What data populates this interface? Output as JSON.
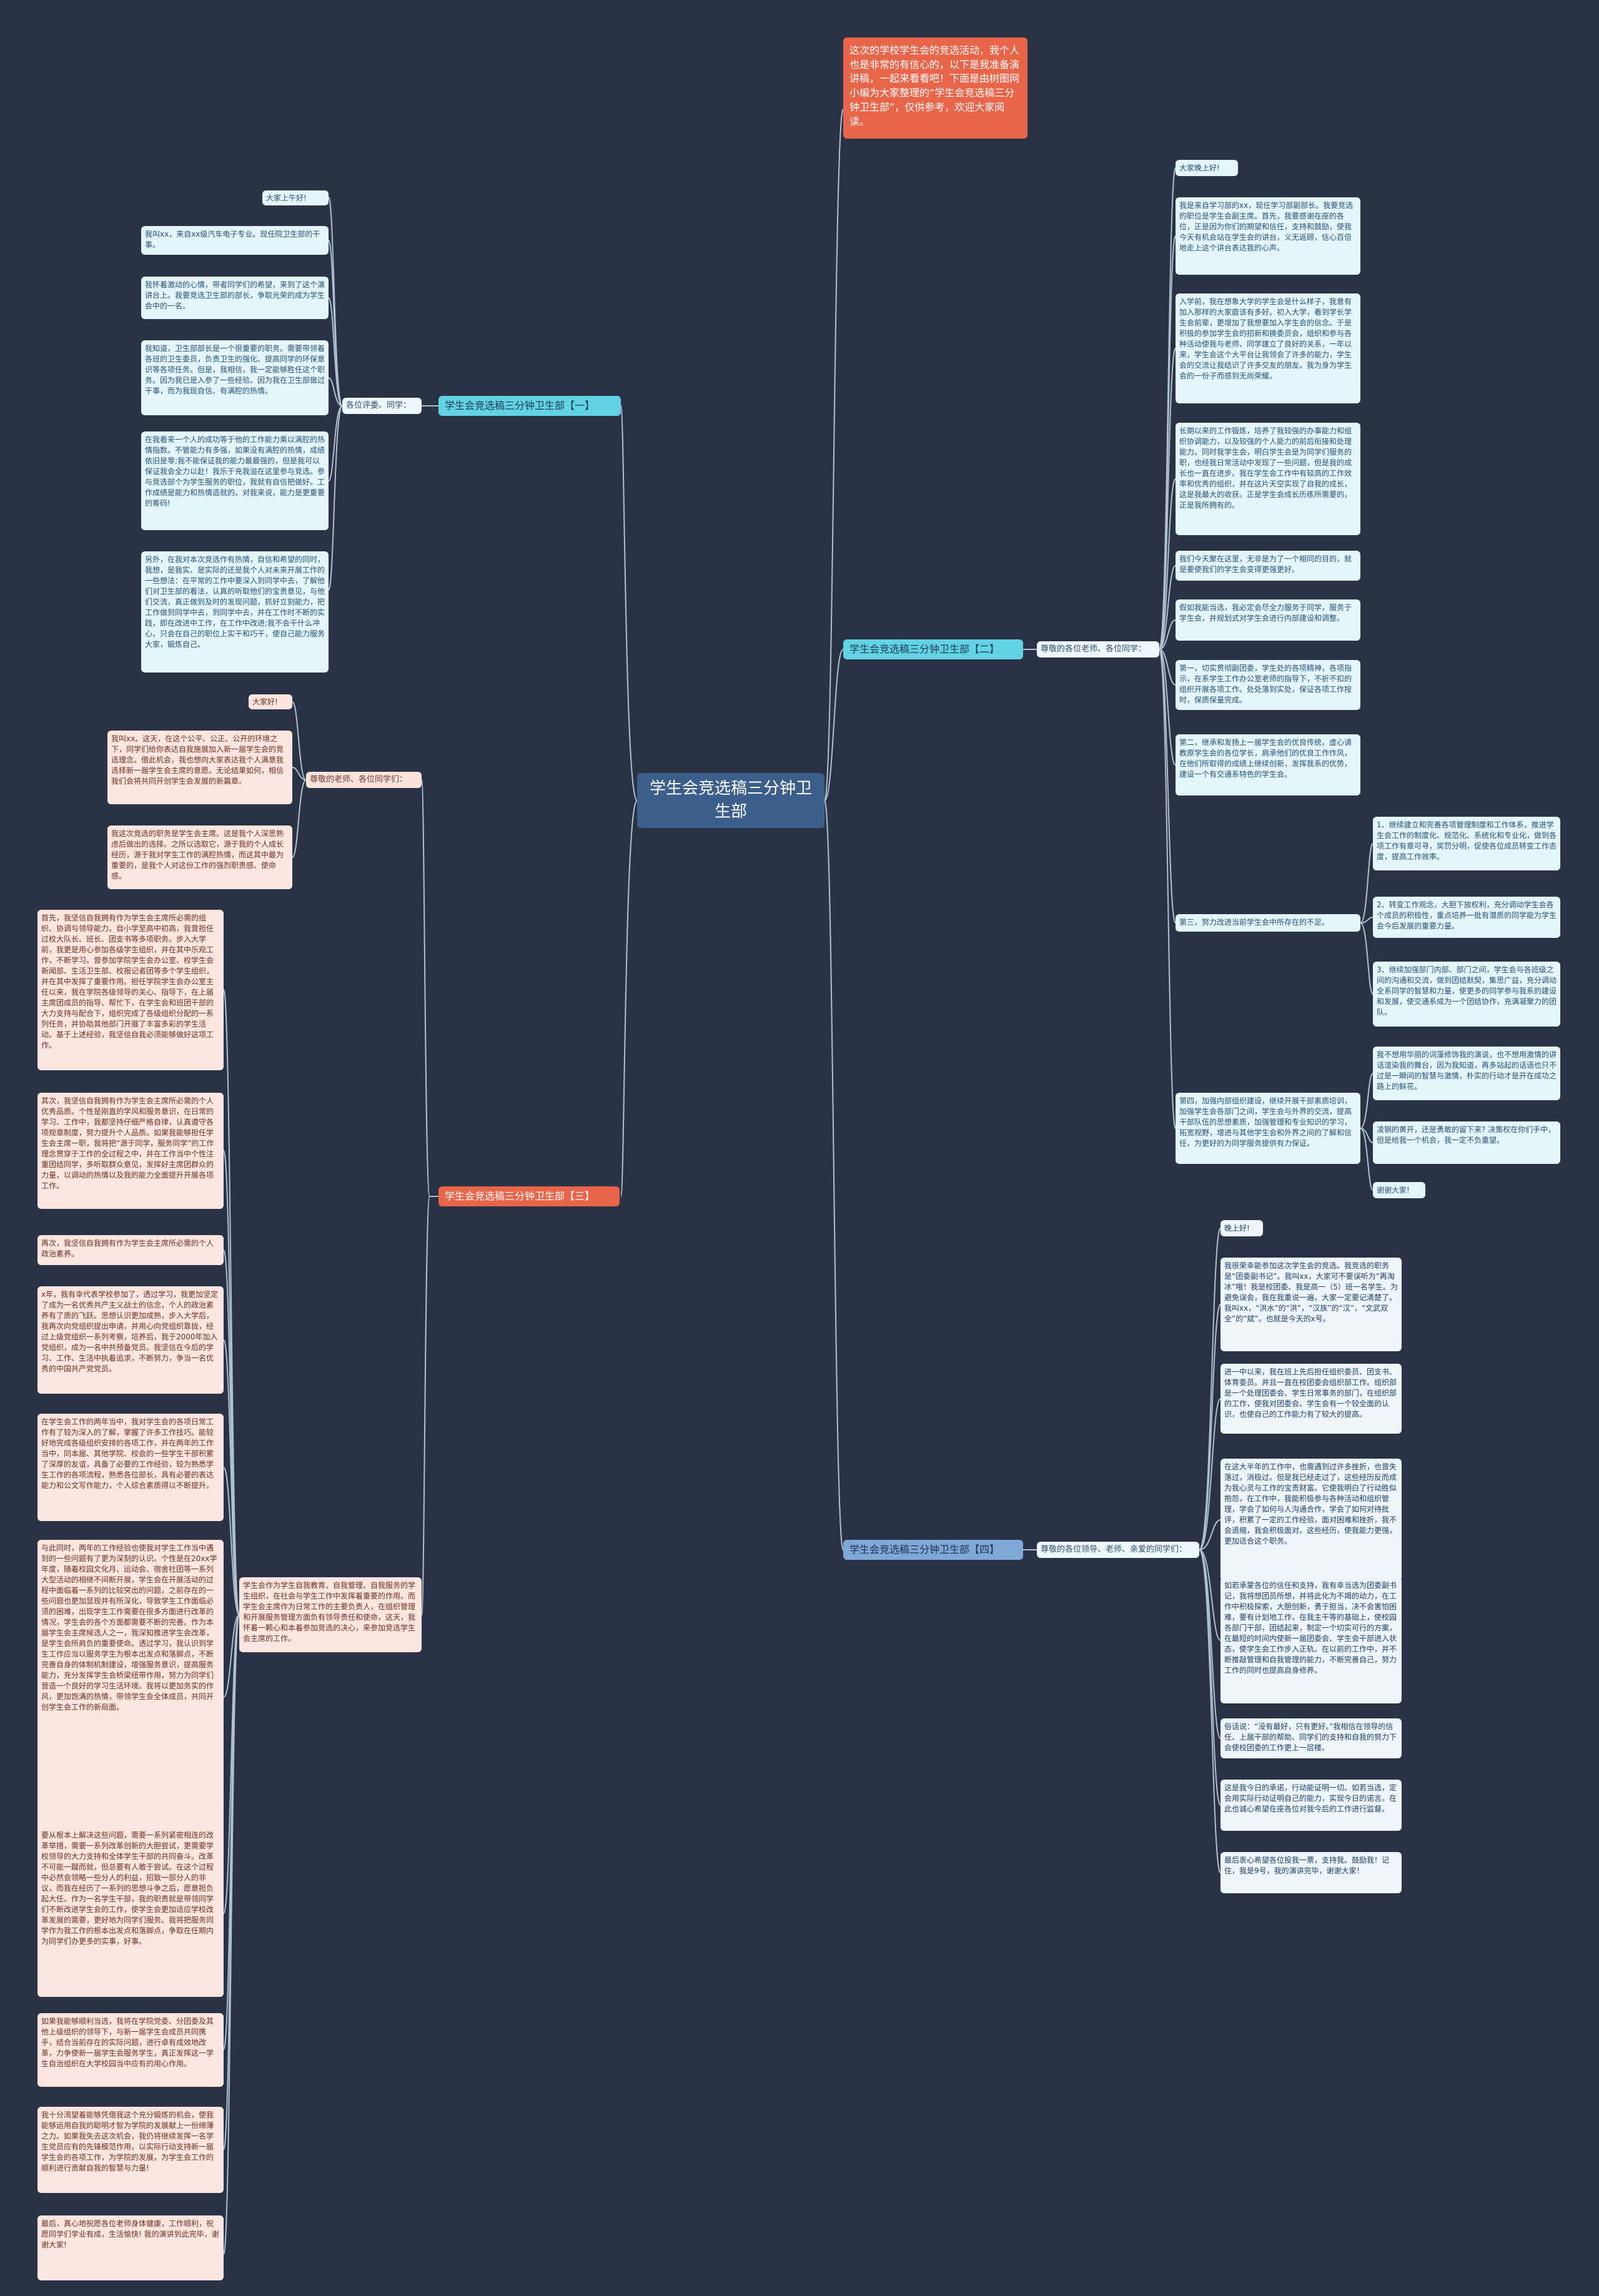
{
  "root": {
    "label": "学生会竞选稿三分钟卫生部"
  },
  "intro": {
    "text": "这次的学校学生会的竞选活动，我个人也是非常的有信心的，以下是我准备演讲稿，一起来看看吧！下面是由树图网小编为大家整理的“学生会竞选稿三分钟卫生部”，仅供参考，欢迎大家阅读。"
  },
  "colors": {
    "background": "#2a3346",
    "root": "#3b5f8a",
    "teal": "#62d3e2",
    "orange": "#e8654a",
    "blue": "#7ea9d6",
    "link": "#c7d9ea"
  },
  "branch1": {
    "title": "学生会竞选稿三分钟卫生部【一】",
    "sub": "各位评委、同学：",
    "leaves": [
      "大家上午好!",
      "我叫xx，来自xx级汽车电子专业。现任院卫生部的干事。",
      "我怀着激动的心情，带者同学们的希望，来到了这个演讲台上。我要竞选卫生部的部长，争取光荣的成为学生会中的一名。",
      "我知道，卫生部部长是一个很重要的职务。需要带领着各班的卫生委员，负责卫生的强化、提高同学的环保意识等各项任务。但是，我相信，我一定能够胜任这个职务。因为我已是入参了一些经验。因为我在卫生部做过干事，而为我现自信、有满腔的热情。",
      "在我看来一个人的成功等于他的工作能力乘以满腔的热情指数。不管能力有多强，如果没有满腔的热情，成绩依旧是零;我不能保证我的能力最最强的，但是我可以保证我会全力以赴！我乐于充我溢在这里参与竞选。参与竞选部个为学生服务的职位，我就有自信把做好。工作成绩是能力和热情造就的。对我来说，能力是更重要的筹码!",
      "另外，在我对本次竞选作有热情，自信和希望的同时，我想，是我实、是实际的还是我个人对未来开展工作的一些想法：在平常的工作中要深入到同学中去，了解他们对卫生部的看法，认真的听取他们的宝贵意见，与他们交流，真正做到及时的发现问题，抓好立刻能力，把工作做到同学中去，到同学中去，并在工作时不断的实践，即在改进中工作，在工作中改进;我不会干什么冲心，只会在自己的职位上实干和巧干，使自己能力服务大家，锻炼自己。"
    ]
  },
  "branch2": {
    "title": "学生会竞选稿三分钟卫生部【二】",
    "sub": "尊敬的各位老师、各位同学：",
    "leaves": [
      "大家晚上好!",
      "我是来自学习部的xx，现任学习部副部长。我要竞选的职位是学生会副主席。首先，我要感谢在座的各位，正是因为你们的期望和信任，支持和鼓励，使我今天有机会站在学生会的讲台，义无返顾，信心百倍地走上这个讲台表达我的心声。",
      "入学前，我在想象大学的学生会是什么样子，我意有加入那样的大家庭该有多好。初入大学，看到学长学生会前辈，更增加了我想要加入学生会的信念。于是积极的参加学生会的招新和换委员会，组织和参与各种活动使我与老师、同学建立了良好的关系，一年以来，学生会这个大平台让我领会了许多的能力，学生会的交流让我结识了许多交友的朋友。我为身为学生会的一份子而感到无尚荣耀。",
      "长期以来的工作锻炼，培养了我较强的办事能力和组织协调能力，以及较强的个人能力的前后衔接和处理能力。同时我学生会，明白学生会是为同学们服务的职，也经我日常活动中发现了一些问题，但是我的成长也一直在进步。我在学生会工作中有较高的工作效率和优秀的组织，并在这片天空实现了自我的成长，这是我最大的收获。正是学生会成长历练所需要的，正是我所拥有的。",
      "我们今天聚在这里，无非是为了一个相同的目的，就是要使我们的学生会变得更强更好。",
      "假如我能当选，我必定会尽全力服务于同学，服务于学生会，并规划式对学生会进行内部建设和调整。",
      "第一，切实贯彻副团委，学生处的各项精神，各项指示，在系学生工作办公室老师的指导下，不折不扣的组织开展各项工作。处处落到实处，保证各项工作按时，保质保量完成。",
      "第二，继承和发扬上一届学生会的优良传统，虚心请教原学生会的各位学长，肩承他们的优良工作作风，在他们所取得的成绩上继续创新，发挥我系的优势，建设一个有交通系特色的学生会。",
      "第三，努力改进当前学生会中所存在的不足。",
      "1、继续建立和完善各项管理制度和工作体系，推进学生会工作的制度化、规范化、系统化和专业化，做到各项工作有章可寻，奖罚分明，促使各位成员转变工作态度，提高工作效率。",
      "2、转变工作观念，大胆下放权利，充分调动学生会各个成员的积极性，重点培养一批有潜质的同学能为学生会今后发展的重要力量。",
      "3、继续加强部门内部、部门之间，学生会与各班级之间的沟通和交流，做到团结默契，集思广益，充分调动全系同学的智慧和力量，使更多的同学参与我系的建设和发展，使交通系成为一个团结协作，充满凝聚力的团队。",
      "第四，加强内部组织建设，继续开展干部素质培训，加强学生会各部门之间，学生会与外界的交流，提高干部队伍的思想素质，加强管理和专业知识的学习，拓宽视野，增进与其他学生会和外界之间的了解和信任，为更好的为同学服务提供有力保证。",
      "我不想用华丽的词藻修饰我的演说，也不想用激情的讲话渲染我的舞台，因为我知道，再多站起的话语也只不过是一瞬间的智慧与激情，朴实的行动才是开在成功之路上的鲜花。",
      "凌钢的黄开，还是勇敢的留下来? 决策权在你们手中，但是给我一个机会，我一定不负重望。",
      "谢谢大家!"
    ]
  },
  "branch3": {
    "title": "学生会竞选稿三分钟卫生部【三】",
    "sub": "尊敬的老师、各位同学们：",
    "sub_right_text": "学生会作为学生自我教育、自我管理、自我服务的学生组织，在社会与学生工作中发挥着重要的作用。而学生会主席作为日常工作的主要负责人，在组织管理和开展服务管理方面负有领导责任和使命，这天，我怀着一颗心和本着参加竞选的决心，来参加竞选学生会主席的工作。",
    "leaves": [
      "大家好!",
      "我叫xx。这天，在这个公平、公正、公开的环境之下，同学们给你表达自我施展加入新一届学生会的竞选理念。借此机会，我也想向大家表达我个人满意我选择新一届学生会主席的意愿。无论结果如何，相信我们会将共同开创学生会发展的新篇章。",
      "我这次竞选的职务是学生会主席。这是我个人深思熟虑后做出的选择。之所以选取它，源于我的个人成长经历，源于我对学生工作的满腔热情，而这其中最为重要的，是我个人对这份工作的强烈职责感、使命感。",
      "首先，我坚信自我拥有作为学生会主席所必需的组织、协调与领导能力。自小学至高中初高，我曾担任过校大队长、班长、团支书等多项职务。步入大学前，我更是用心参加各级学生组织，并在其中乐观工作，不断学习。曾参加学院学生会办公室、校学生会新闻部、生活卫生部、校报记者团等多个学生组织，并在其中发挥了重要作用。担任学院学生会办公室主任以来，我在学院各级领导的关心、指导下，在上届主席团成员的指导、帮忙下，在学生会和班团干部的大力支持与配合下，组织完成了各级组织分配的一系列任务，并协助其他部门开展了丰富多彩的学生活动。基于上述经验，我坚信自我必须能够做好这项工作。",
      "其次，我坚信自我拥有作为学生会主席所必需的个人优秀品质。个性是刚直的学风和服务意识，在日常的学习、工作中，我都坚持仔细严格自律，认真遵守各项规章制度，努力提升个人品质。如果我能够担任学生会主席一职，我将把“源于同学，服务同学”的工作理念贯穿于工作的全过程之中，并在工作当中个性注重团结同学，多听取群众意见，发挥好主席团群众的力量，以调动的热情以及我的能力全面提升开展各项工作。",
      "再次，我坚信自我拥有作为学生会主席所必需的个人政治素养。",
      "x年，我有幸代表学校参加了，透过学习，我更加坚定了成为一名优秀共产主义战士的信念，个人的政治素养有了质的飞跃。思想认识更加成熟，步入大学后，我再次向党组织提出申请，并用心向党组织靠拢，经过上级党组织一系列考察，培养后，我于2000年加入党组织，成为一名中共预备党员。我坚信在今后的学习、工作、生活中执着追求，不断努力，争当一名优秀的中国共产党党员。",
      "在学生会工作的两年当中，我对学生会的各项日常工作有了较为深入的了解，掌握了许多工作技巧。能较好地完成各级组织安排的各项工作，并在两年的工作当中，同本届、其他学院、校会的一些学生干部积累了深厚的友谊，具备了必要的工作经验，较为熟悉学生工作的各项流程，熟悉各位部长，具有必要的表达能力和公文写作能力，个人综合素质得以不断提升。",
      "与此同时，两年的工作经验也使我对学生工作当中遇到的一些问题有了更为深刻的认识。个性是在20xx学年度，随着校园文化月、运动会、宿舍社团等一系列大型活动的相继不间断开展，学生会在开展活动的过程中面临着一系列的比较突出的问题，之前存在的一些问题也更加显现并有所深化，导致学生工作面临必须的困难，出现学生工作需要在很多方面进行改革的情况，学生会的各个方面都需要不断的完善。作为本届学生会主席候选人之一，我深知推进学生会改革，是学生会所肩负的重要使命。透过学习，我认识到学生工作应当以服务学生为根本出发点和落脚点，不断完善自身的体制机制建设，增强服务意识，提高服务能力，充分发挥学生会桥梁纽带作用，努力为同学们营造一个良好的学习生活环境。我将以更加务实的作风，更加饱满的热情，带领学生会全体成员，共同开创学生会工作的新局面。",
      "要从根本上解决这些问题，需要一系列紧密相连的改革举措，需要一系列改革创新的大胆尝试，更需要学校领导的大力支持和全体学生干部的共同奋斗。改革不可能一蹴而就，但总要有人敢于尝试。在这个过程中必然会领略一些分人的利益，招致一部分人的非议，而我在经历了一系列的思想斗争之后，愿意担负起大任。作为一名学生干部，我的职责就是带领同学们不断改进学生会的工作，使学生会更加适应学校改革发展的需要，更好地为同学们服务。我将把服务同学作为我工作的根本出发点和落脚点，争取在任期内为同学们办更多的实事，好事。",
      "如果我能够顺利当选，我将在学院党委、分团委及其他上级组织的领导下，与新一届学生会成员共同携手，结合当前存在的实际问题，进行卓有成效地改革，力争使新一届学生会服务学生，真正发挥这一学生自治组织在大学校园当中应有的用心作用。",
      "我十分渴望着能够凭借我这个充分锻炼的机会，使我能够运用自我的聪明才智为学院的发展献上一份绵薄之力。如果我失去这次机会，我仍将继续发挥一名学生党员应有的先锋模范作用，以实际行动支持新一届学生会的各项工作，为学院的发展，为学生会工作的顺利进行贡献自我的智慧与力量!",
      "最后，真心地祝愿各位老师身体健康，工作顺利，祝愿同学们学业有成，生活愉快! 我的演讲到此完毕，谢谢大家!"
    ]
  },
  "branch4": {
    "title": "学生会竞选稿三分钟卫生部【四】",
    "sub": "尊敬的各位领导、老师、亲爱的同学们：",
    "leaves": [
      "晚上好!",
      "我很荣幸能参加这次学生会的竞选。我竞选的职务是“团委副书记”。我叫xx，大家可不要误听为“再淘冰”哦！我是校团委、我是高一（5）班一名学生。为避免误会，我在我重说一遍，大家一定要记清楚了。我叫xx，“洪水”的“洪”，“汉族”的“汉”，“文武双全”的“斌”。也就是今天的x号。",
      "进一中以来，我在班上先后担任组织委员、团支书、体育委员。并且一直在校团委会组织部工作。组织部是一个处理团委会、学生日常事务的部门，在组织部的工作，使我对团委会、学生会有一个较全面的认识，也使自己的工作能力有了较大的提高。",
      "在这大半年的工作中，也需遇到过许多挫折，也曾失落过，消极过。但是我已经走过了，这些经历反而成为我心灵与工作的宝贵财富。它使我明白了行动胜似抱怨，在工作中，我能积极参与各种活动和组织管理，学会了如何与人沟通合作，学会了如何对待批评，积累了一定的工作经验，面对困难和挫折，我不会退缩，我会积极面对。这些经历，使我能力更强，更加适合这个职务。",
      "如若承蒙各位的信任和支持，我有幸当选为团委副书记，我将想团员所想，并将此化为不竭的动力，在工作中积极探索，大胆创新，勇于担当，决不会害怕困难，要有计划地工作，在我主干等的基础上，使校园各部门干部，团结起来，制定一个切实可行的方案，在最短的时间内使新一届团委会、学生会干部进入状态，使学生会工作步入正轨。在以前的工作中，并不断推敲管理和自我管理的能力，不断完善自己，努力工作的同时也提高自身修养。",
      "俗话说：“没有最好，只有更好。”我相信在领导的信任、上届干部的帮助、同学们的支持和自我的努力下会使校团委的工作更上一层楼。",
      "这是我今日的承诺，行动能证明一切。如若当选，定会用实际行动证明自己的能力，实现今日的诺言。在此也诚心希望在座各位对我今后的工作进行监督。",
      "最后衷心希望各位投我一票，支持我。鼓励我！记住，我是9号，我的演讲完毕，谢谢大家！"
    ]
  }
}
